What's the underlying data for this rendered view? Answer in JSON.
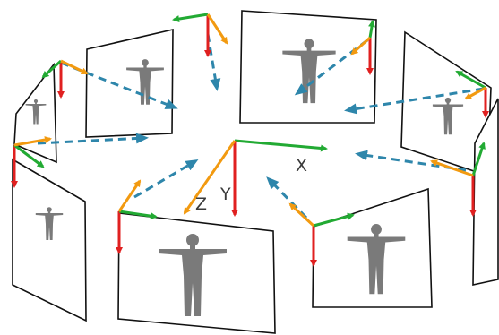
{
  "world_axes": {
    "x_label": "X",
    "y_label": "Y",
    "z_label": "Z"
  },
  "colors": {
    "x_axis": "#22aa33",
    "y_axis": "#e02020",
    "z_axis": "#f29a10",
    "view_direction": "#2e86ab",
    "frame": "#111111",
    "silhouette": "#7a7a7a",
    "panel_fill": "#ffffff"
  },
  "camera_count": 8
}
